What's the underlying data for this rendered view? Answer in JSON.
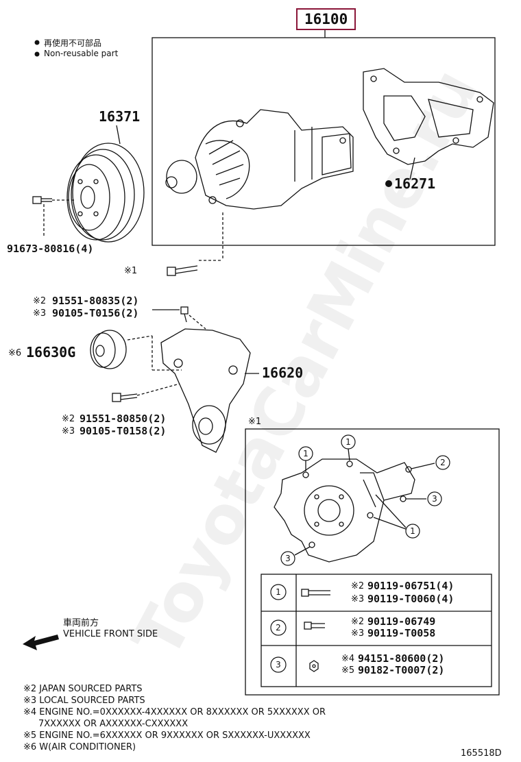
{
  "main_part": "16100",
  "legend": {
    "non_reusable_jp": "再使用不可部品",
    "non_reusable_en": "Non-reusable part"
  },
  "parts": {
    "pulley": "16371",
    "pulley_bolt": "91673-80816(4)",
    "gasket": "16271",
    "idler_bolt_a": "91551-80835(2)",
    "idler_bolt_b": "90105-T0156(2)",
    "idler_pulley": "16630G",
    "tensioner": "16620",
    "tensioner_bolt_a": "91551-80850(2)",
    "tensioner_bolt_b": "90105-T0158(2)"
  },
  "marks": {
    "m1": "※1",
    "m2": "※2",
    "m3": "※3",
    "m4": "※4",
    "m5": "※5",
    "m6": "※6"
  },
  "callouts": [
    "1",
    "2",
    "3"
  ],
  "bolt_table": [
    {
      "num": "1",
      "a": "90119-06751(4)",
      "b": "90119-T0060(4)",
      "ma": "※2",
      "mb": "※3"
    },
    {
      "num": "2",
      "a": "90119-06749",
      "b": "90119-T0058",
      "ma": "※2",
      "mb": "※3"
    },
    {
      "num": "3",
      "a": "94151-80600(2)",
      "b": "90182-T0007(2)",
      "ma": "※4",
      "mb": "※5"
    }
  ],
  "direction": {
    "jp": "車両前方",
    "en": "VEHICLE FRONT SIDE"
  },
  "notes": [
    "※2 JAPAN SOURCED PARTS",
    "※3 LOCAL SOURCED PARTS",
    "※4 ENGINE NO.=0XXXXXX-4XXXXXX OR 8XXXXXX OR 5XXXXXX OR",
    "7XXXXXX OR AXXXXXX-CXXXXXX",
    "※5 ENGINE NO.=6XXXXXX OR 9XXXXXX OR SXXXXXX-UXXXXXX",
    "※6 W(AIR CONDITIONER)"
  ],
  "figure_id": "165518D",
  "watermark": "ToyotaCarMine.ru"
}
